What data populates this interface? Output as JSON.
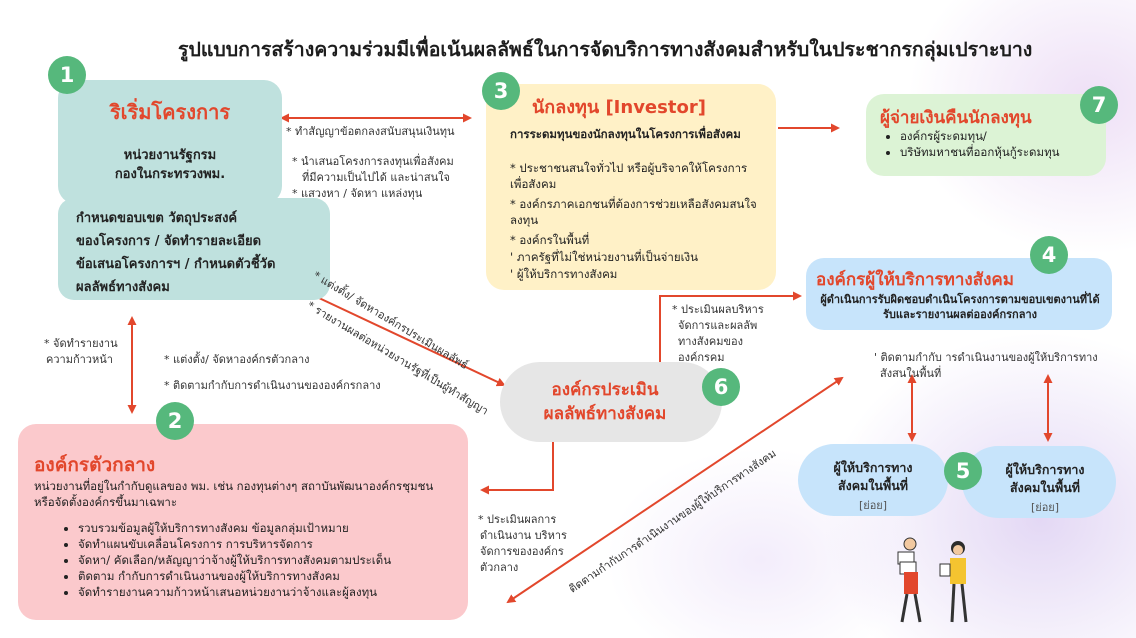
{
  "title": "รูปแบบการสร้างความร่วมมีเพื่อเน้นผลลัพธ์ในการจัดบริการทางสังคมสำหรับในประชากรกลุ่มเปราะบาง",
  "colors": {
    "accent_red": "#e2472c",
    "number_green": "#56b87c",
    "teal_box": "#bfe1de",
    "yellow_box": "#fff1c7",
    "green_box": "#dcf3d5",
    "blue_box": "#c7e4fb",
    "pink_box": "#fbc9cc",
    "gray_box": "#e5e5e5"
  },
  "box1": {
    "number": "1",
    "heading": "ริเริ่มโครงการ",
    "body_line1": "หน่วยงานรัฐกรม",
    "body_line2": "กองในกระทรวงพม.",
    "lower_line1": "กำหนดขอบเขต วัตถุประสงค์",
    "lower_line2": "ของโครงการ / จัดทำรายละเอียด",
    "lower_line3": "ข้อเสนอโครงการฯ / กำหนดตัวชี้วัด",
    "lower_line4": "ผลลัพธ์ทางสังคม"
  },
  "box3": {
    "number": "3",
    "heading": "นักลงทุน [Investor]",
    "subheading": "การระดมทุนของนักลงทุนในโครงการเพื่อสังคม",
    "items": [
      "* ประชาชนสนใจทั่วไป หรือผู้บริจาคให้โครงการเพื่อสังคม",
      "* องค์กรภาคเอกชนที่ต้องการช่วยเหลือสังคมสนใจลงทุน",
      "* องค์กรในพื้นที่",
      "' ภาครัฐที่ไม่ใช่หน่วยงานที่เป็นจ่ายเงิน",
      "' ผู้ให้บริการทางสังคม"
    ]
  },
  "box7": {
    "number": "7",
    "heading": "ผู้จ่ายเงินคืนนักลงทุน",
    "items": [
      "องค์กรผู้ระดมทุน/",
      "บริษัทมหาชนที่ออกหุ้นกู้ระดมทุน"
    ]
  },
  "box4": {
    "number": "4",
    "heading": "องค์กรผู้ให้บริการทางสังคม",
    "body": "ผู้ดำเนินการรับผิดชอบดำเนินโครงการตามขอบเขตงานที่ได้รับและรายงานผลต่อองค์กรกลาง"
  },
  "box2": {
    "number": "2",
    "heading": "องค์กรตัวกลาง",
    "intro": "หน่วยงานที่อยู่ในกำกับดูแลของ พม. เช่น กองทุนต่างๆ สถาบันพัฒนาองค์กรชุมชน หรือจัดตั้งองค์กรขึ้นมาเฉพาะ",
    "items": [
      "รวบรวมข้อมูลผู้ให้บริการทางสังคม ข้อมูลกลุ่มเป้าหมาย",
      "จัดทำแผนขับเคลื่อนโครงการ การบริหารจัดการ",
      "จัดหา/ คัดเลือก/หลัญญาว่าจ้างผู้ให้บริการทางสังคมตามประเด็น",
      "ติดตาม กำกับการดำเนินงานของผู้ให้บริการทางสังคม",
      "จัดทำรายงานความก้าวหน้าเสนอหน่วยงานว่าจ้างและผู้ลงทุน"
    ]
  },
  "box6": {
    "number": "6",
    "heading_line1": "องค์กรประเมิน",
    "heading_line2": "ผลลัพธ์ทางสังคม"
  },
  "box5": {
    "number": "5",
    "left_line1": "ผู้ให้บริการทาง",
    "left_line2": "สังคมในพื้นที่",
    "left_sub": "[ย่อย]",
    "right_line1": "ผู้ให้บริการทาง",
    "right_line2": "สังคมในพื้นที่",
    "right_sub": "[ย่อย]"
  },
  "labels": {
    "contract_1": "* ทำสัญญาข้อตกลงสนับสนุนเงินทุน",
    "contract_2": "* นำเสนอโครงการลงทุนเพื่อสังคม",
    "contract_3": "ที่มีความเป็นไปได้ และน่าสนใจ",
    "contract_4": "* แสวงหา / จัดหา แหล่งทุน",
    "progress_1": "* จัดทำรายงาน",
    "progress_2": "ความก้าวหน้า",
    "appoint_mid": "* แต่งตั้ง/ จัดหาองค์กรตัวกลาง",
    "monitor_mid": "* ติดตามกำกับการดำเนินงานขององค์กรกลาง",
    "diag_1": "* แต่งตั้ง/ จัดหาองค์กรประเมินผลลัพธ์",
    "diag_2": "* รายงานผลต่อหน่วยงานรัฐที่เป็นผู้ทำสัญญา",
    "eval_1": "* ประเมินผลบริหาร",
    "eval_2": "จัดการและผลลัพ",
    "eval_3": "ทางสังคมของ",
    "eval_4": "องค์กรคม",
    "monitor_right_1": "' ติดตามกำกับ  ารดำเนินงานของผู้ให้บริการทาง",
    "monitor_right_2": "สังสนในพื้นที่",
    "eval_mid_1": "* ประเมินผลการ",
    "eval_mid_2": "ดำเนินงาน บริหาร",
    "eval_mid_3": "จัดการขององค์กร",
    "eval_mid_4": "ตัวกลาง",
    "diag_long": "ติดตามกำกับการดำเนินงานของผู้ให้บริการทางสังคม"
  }
}
